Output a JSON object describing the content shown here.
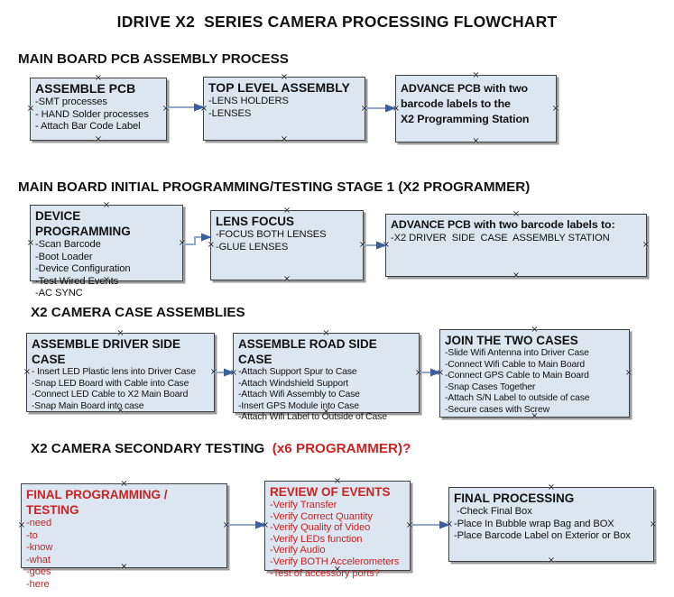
{
  "title": "IDRIVE X2  SERIES CAMERA PROCESSING FLOWCHART",
  "colors": {
    "box_fill": "#dce6f1",
    "box_border": "#404040",
    "box_shadow": "#9b9b9b",
    "connector_line": "#8fa9cb",
    "arrow_head": "#3a5f9f",
    "red_text": "#cc2222",
    "black_text": "#111111"
  },
  "sections": [
    {
      "heading": "MAIN BOARD PCB ASSEMBLY PROCESS",
      "boxes": [
        {
          "title": "ASSEMBLE PCB",
          "items": [
            "-SMT processes",
            "- HAND Solder processes",
            "- Attach Bar Code Label"
          ]
        },
        {
          "title": "TOP LEVEL ASSEMBLY",
          "items": [
            "-LENS HOLDERS",
            "-LENSES"
          ]
        },
        {
          "title": "ADVANCE PCB with two\nbarcode labels to the\n X2 Programming Station",
          "items": []
        }
      ]
    },
    {
      "heading": "MAIN BOARD INITIAL PROGRAMMING/TESTING STAGE 1 (X2 PROGRAMMER)",
      "boxes": [
        {
          "title": "DEVICE PROGRAMMING",
          "items": [
            "-Scan Barcode",
            "-Boot Loader",
            "-Device Configuration",
            "-Test Wired Events",
            "-AC SYNC"
          ]
        },
        {
          "title": "LENS FOCUS",
          "items": [
            "-FOCUS BOTH LENSES",
            "-GLUE LENSES"
          ]
        },
        {
          "title": "ADVANCE PCB with two barcode labels to:",
          "items": [
            "-X2 DRIVER  SIDE  CASE  ASSEMBLY STATION"
          ]
        }
      ]
    },
    {
      "heading": "X2 CAMERA CASE ASSEMBLIES",
      "boxes": [
        {
          "title": "ASSEMBLE DRIVER SIDE CASE",
          "items": [
            "- Insert LED Plastic lens into Driver Case",
            "-Snap LED Board with Cable into Case",
            "-Connect LED Cable to X2 Main Board",
            "-Snap Main Board into case"
          ]
        },
        {
          "title": "ASSEMBLE ROAD SIDE CASE",
          "items": [
            "-Attach Support Spur to Case",
            "-Attach Windshield Support",
            "-Attach Wifi Assembly to Case",
            "-Insert GPS Module into Case",
            "-Attach Wifi Label to Outside of Case"
          ]
        },
        {
          "title": "JOIN THE TWO CASES",
          "items": [
            "-Slide Wifi Antenna into Driver Case",
            "-Connect Wifi Cable to Main Board",
            "-Connect GPS Cable to Main Board",
            "-Snap Cases Together",
            "-Attach S/N Label to outside of case",
            "-Secure cases with Screw"
          ]
        }
      ]
    },
    {
      "heading": "X2 CAMERA SECONDARY TESTING",
      "heading_red": "  (x6 PROGRAMMER)?",
      "boxes": [
        {
          "title": "FINAL PROGRAMMING / TESTING",
          "items": [
            "-need",
            "-to",
            "-know",
            "-what",
            "-goes",
            "-here"
          ]
        },
        {
          "title": "REVIEW OF EVENTS",
          "items": [
            "-Verify Transfer",
            "-Verify Correct Quantity",
            "-Verify Quality of Video",
            "-Verify LEDs function",
            "-Verify Audio",
            "-Verify BOTH Accelerometers",
            "-Test of accessory ports?"
          ]
        },
        {
          "title": "FINAL PROCESSING",
          "items": [
            " -Check Final Box",
            "-Place In Bubble wrap Bag and BOX",
            "-Place Barcode Label on Exterior or Box"
          ]
        }
      ]
    }
  ]
}
